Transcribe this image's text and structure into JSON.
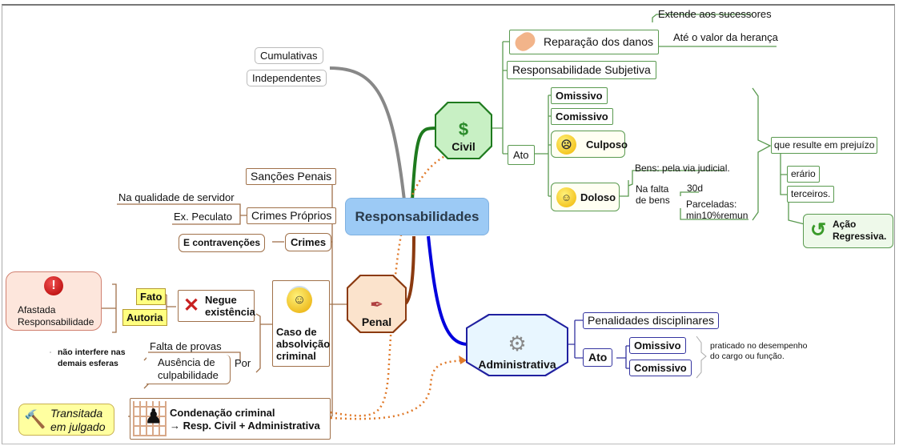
{
  "central": {
    "label": "Responsabilidades"
  },
  "branches": {
    "independence": {
      "items": [
        "Cumulativas",
        "Independentes"
      ]
    },
    "civil": {
      "label": "Civil",
      "icon": "handshake-money-icon",
      "reparacao": {
        "label": "Reparação dos danos",
        "children": [
          "Extende aos sucessores",
          "Até o valor da herança"
        ]
      },
      "subjetiva": {
        "label": "Responsabilidade Subjetiva"
      },
      "ato": {
        "label": "Ato",
        "omissivo": "Omissivo",
        "comissivo": "Comissivo",
        "culposo": "Culposo",
        "doloso": "Doloso",
        "bens": "Bens: pela via judicial.",
        "na_falta_line1": "Na falta",
        "na_falta_line2": "de bens",
        "dias": "30d",
        "parceladas_line1": "Parceladas:",
        "parceladas_line2": "min10%remun"
      },
      "prejuizo": {
        "label": "que resulte em prejuízo",
        "erario": "erário",
        "terceiros": "terceiros.",
        "acao_line1": "Ação",
        "acao_line2": "Regressiva."
      }
    },
    "penal": {
      "label": "Penal",
      "sancoes": "Sanções Penais",
      "crimes_proprios": "Crimes Próprios",
      "qualidade": "Na qualidade de servidor",
      "peculato": "Ex. Peculato",
      "crimes": "Crimes",
      "contravencoes": "E contravenções",
      "absolvicao": {
        "line1": "Caso de",
        "line2": "absolvição",
        "line3": "criminal"
      },
      "negue_line1": "Negue",
      "negue_line2": "existência",
      "fato": "Fato",
      "autoria": "Autoria",
      "afastada_line1": "Afastada",
      "afastada_line2": "Responsabilidade",
      "por": "Por",
      "falta_provas": "Falta de provas",
      "ausencia_line1": "Ausência de",
      "ausencia_line2": "culpabilidade",
      "nao_interfere_line1": "não interfere nas",
      "nao_interfere_line2": "demais esferas",
      "condenacao_line1": "Condenação criminal",
      "condenacao_line2": "→ Resp. Civil + Administrativa",
      "transitada_line1": "Transitada",
      "transitada_line2": "em julgado"
    },
    "administrativa": {
      "label": "Administrativa",
      "penalidades": "Penalidades disciplinares",
      "ato": "Ato",
      "omissivo": "Omissivo",
      "comissivo": "Comissivo",
      "praticado_line1": "praticado no desempenho",
      "praticado_line2": "do cargo ou função."
    }
  },
  "colors": {
    "civil": "#1e7a1e",
    "penal": "#8b3a10",
    "administrativa": "#0000dd",
    "independence": "#888888",
    "dotted": "#e07a2a",
    "central_fill": "#9ccaf5"
  }
}
